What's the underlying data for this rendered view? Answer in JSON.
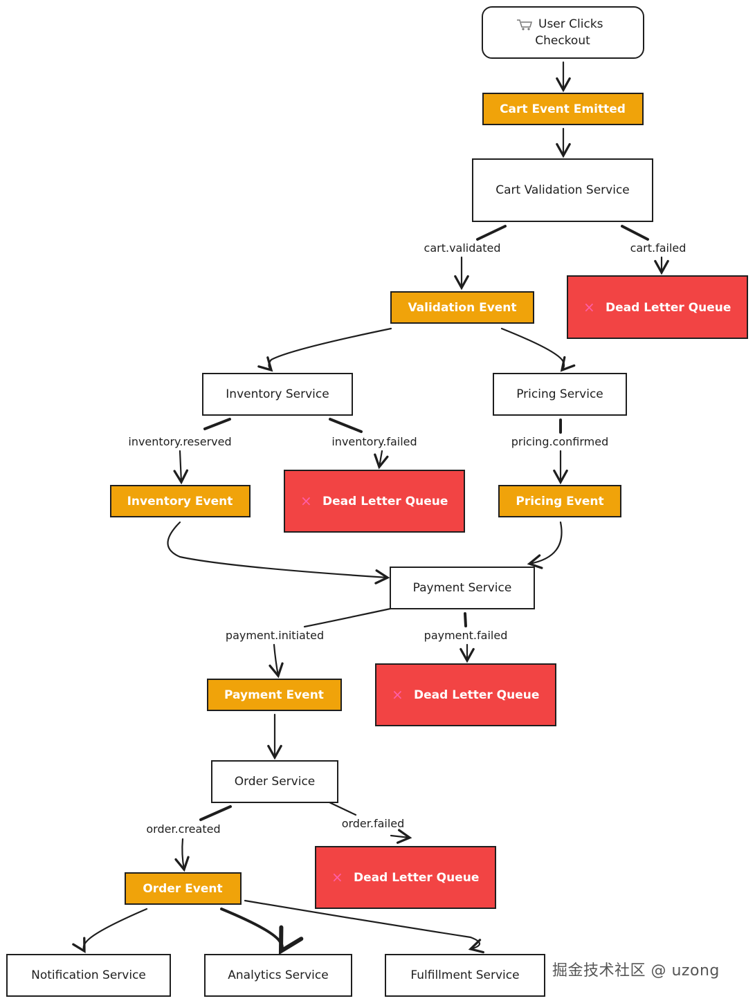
{
  "diagram": {
    "start": {
      "icon": "cart-icon",
      "line1": "User Clicks",
      "line2": "Checkout"
    },
    "cart_event": "Cart Event Emitted",
    "cart_validation": "Cart Validation Service",
    "labels": {
      "cart_validated": "cart.validated",
      "cart_failed": "cart.failed",
      "inventory_reserved": "inventory.reserved",
      "inventory_failed": "inventory.failed",
      "pricing_confirmed": "pricing.confirmed",
      "payment_initiated": "payment.initiated",
      "payment_failed": "payment.failed",
      "order_created": "order.created",
      "order_failed": "order.failed"
    },
    "validation_event": "Validation Event",
    "inventory_service": "Inventory Service",
    "pricing_service": "Pricing Service",
    "inventory_event": "Inventory Event",
    "pricing_event": "Pricing Event",
    "payment_service": "Payment Service",
    "payment_event": "Payment Event",
    "order_service": "Order Service",
    "order_event": "Order Event",
    "notification_service": "Notification Service",
    "analytics_service": "Analytics Service",
    "fulfillment_service": "Fulfillment Service",
    "dlq": "Dead Letter Queue",
    "dlq_mark": "×"
  },
  "watermark": "掘金技术社区 @ uzong",
  "colors": {
    "event_fill": "#f0a30a",
    "event_stroke": "#1e1e1e",
    "dlq_fill": "#f24444",
    "service_fill": "#ffffff",
    "ink": "#1e1e1e",
    "x_mark": "#ff5fa8"
  }
}
